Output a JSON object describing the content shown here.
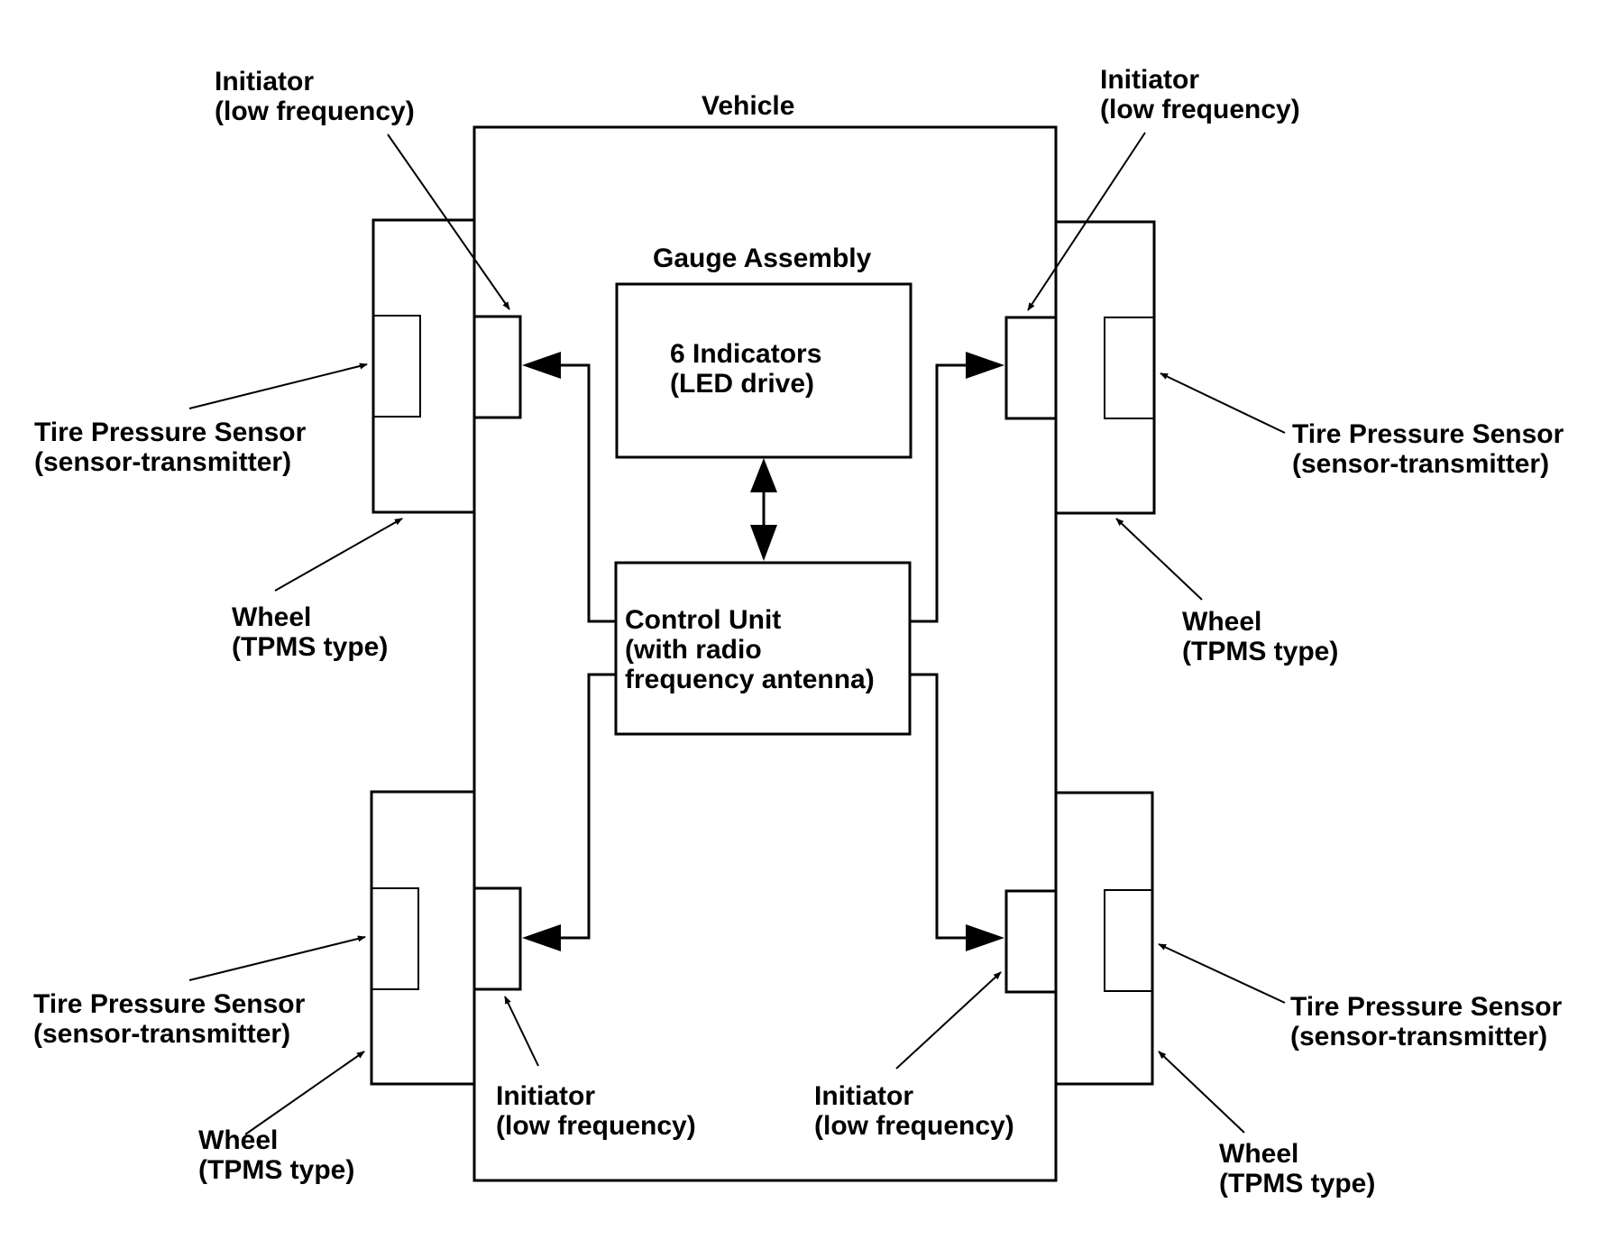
{
  "diagram": {
    "vehicle_label": "Vehicle",
    "gauge_assembly_label": "Gauge Assembly",
    "gauge_box": {
      "line1": "6 Indicators",
      "line2": "(LED drive)"
    },
    "control_unit": {
      "line1": "Control Unit",
      "line2": "(with radio",
      "line3": "frequency antenna)"
    },
    "initiator": {
      "line1": "Initiator",
      "line2": "(low frequency)"
    },
    "tire_pressure_sensor": {
      "line1": "Tire Pressure Sensor",
      "line2": "(sensor-transmitter)"
    },
    "wheel": {
      "line1": "Wheel",
      "line2": "(TPMS type)"
    }
  }
}
